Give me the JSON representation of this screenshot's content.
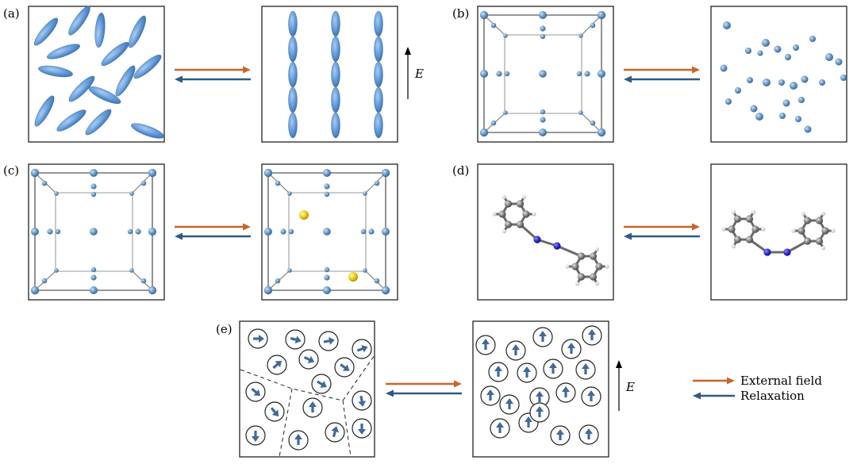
{
  "panels": {
    "a": "(a)",
    "b": "(b)",
    "c": "(c)",
    "d": "(d)",
    "e": "(e)"
  },
  "field_label": "E",
  "legend": {
    "external_field": "External field",
    "relaxation": "Relaxation"
  },
  "colors": {
    "external_field_arrow": "#c8662a",
    "relaxation_arrow": "#2e5a86",
    "particle_blue": "#6c9bc8",
    "ellipsoid_blue": "#5f97d6",
    "dopant_yellow": "#f2d21e",
    "carbon_gray": "#808080",
    "nitrogen_blue": "#2a2ad0",
    "spin_arrow": "#3f6a9a"
  },
  "icons": {
    "forward": "arrow-right-icon",
    "backward": "arrow-left-icon",
    "field": "arrow-up-icon"
  }
}
